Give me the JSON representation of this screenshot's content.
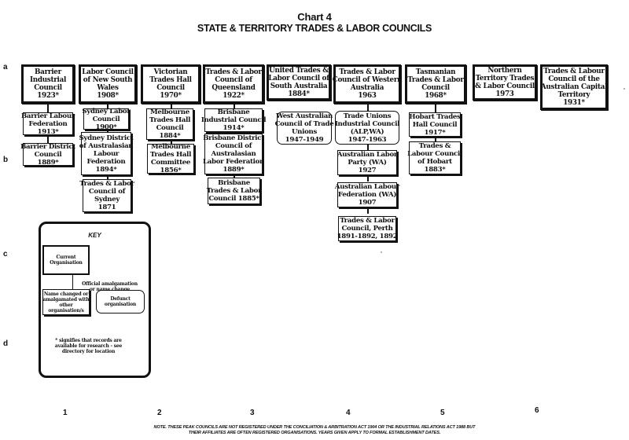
{
  "title": {
    "line1": "Chart 4",
    "line2": "STATE & TERRITORY TRADES & LABOR COUNCILS"
  },
  "row_labels": [
    "a",
    "b",
    "c",
    "d"
  ],
  "column_numbers": [
    "1",
    "2",
    "3",
    "4",
    "5",
    "6"
  ],
  "columns": [
    {
      "id": "barrier",
      "boxes": [
        {
          "type": "current",
          "lines": [
            "Barrier",
            "Industrial",
            "Council",
            "1923*"
          ]
        },
        {
          "type": "changed",
          "lines": [
            "Barrier Labour",
            "Federation",
            "1913*"
          ]
        },
        {
          "type": "changed",
          "lines": [
            "Barrier District",
            "Council",
            "1889*"
          ]
        }
      ]
    },
    {
      "id": "nsw",
      "boxes": [
        {
          "type": "current",
          "lines": [
            "Labor Council",
            "of New South",
            "Wales",
            "1908*"
          ]
        },
        {
          "type": "changed",
          "lines": [
            "Sydney Labor",
            "Council",
            "1900*"
          ]
        },
        {
          "type": "changed",
          "lines": [
            "Sydney District",
            "of Australasian",
            "Labour",
            "Federation",
            "1894*"
          ]
        },
        {
          "type": "changed",
          "lines": [
            "Trades & Labor",
            "Council of",
            "Sydney",
            "1871"
          ]
        }
      ]
    },
    {
      "id": "victoria",
      "boxes": [
        {
          "type": "current",
          "lines": [
            "Victorian",
            "Trades Hall",
            "Council",
            "1970*"
          ]
        },
        {
          "type": "changed",
          "lines": [
            "Melbourne",
            "Trades Hall",
            "Council",
            "1884*"
          ]
        },
        {
          "type": "changed",
          "lines": [
            "Melbourne",
            "Trades Hall",
            "Committee",
            "1856*"
          ]
        }
      ]
    },
    {
      "id": "queensland",
      "boxes": [
        {
          "type": "current",
          "lines": [
            "Trades & Labor",
            "Council of",
            "Queensland",
            "1922*"
          ]
        },
        {
          "type": "changed",
          "lines": [
            "Brisbane",
            "Industrial Council",
            "1914*"
          ]
        },
        {
          "type": "changed",
          "lines": [
            "Brisbane District",
            "Council of",
            "Australasian",
            "Labor Federation",
            "1889*"
          ]
        },
        {
          "type": "changed",
          "lines": [
            "Brisbane",
            "Trades & Labor",
            "Council 1885*"
          ]
        }
      ]
    },
    {
      "id": "south-australia",
      "boxes": [
        {
          "type": "current",
          "lines": [
            "United Trades &",
            "Labor Council of",
            "South Australia",
            "1884*"
          ]
        },
        {
          "type": "defunct",
          "lines": [
            "West Australian",
            "Council of Trade",
            "Unions",
            "1947-1949"
          ]
        }
      ]
    },
    {
      "id": "western-australia",
      "boxes": [
        {
          "type": "current",
          "lines": [
            "Trades & Labor",
            "Council of Western",
            "Australia",
            "1963"
          ]
        },
        {
          "type": "defunct",
          "lines": [
            "Trade Unions",
            "Industrial Council",
            "(ALP,WA)",
            "1947-1963"
          ]
        },
        {
          "type": "changed",
          "lines": [
            "Australian Labor",
            "Party (WA)",
            "1927"
          ]
        },
        {
          "type": "changed",
          "lines": [
            "Australian Labour",
            "Federation (WA)",
            "1907"
          ]
        },
        {
          "type": "changed",
          "lines": [
            "Trades & Labor",
            "Council, Perth",
            "1891-1892, 1892"
          ]
        }
      ]
    },
    {
      "id": "tasmania",
      "boxes": [
        {
          "type": "current",
          "lines": [
            "Tasmanian",
            "Trades & Labor",
            "Council",
            "1968*"
          ]
        },
        {
          "type": "changed",
          "lines": [
            "Hobart Trades",
            "Hall Council",
            "1917*"
          ]
        },
        {
          "type": "changed",
          "lines": [
            "Trades &",
            "Labour Council",
            "of Hobart",
            "1883*"
          ]
        }
      ]
    },
    {
      "id": "northern-territory",
      "boxes": [
        {
          "type": "current",
          "lines": [
            "Northern",
            "Territory Trades",
            "& Labor Council",
            "1973"
          ]
        }
      ]
    },
    {
      "id": "act",
      "boxes": [
        {
          "type": "current",
          "lines": [
            "Trades & Labour",
            "Council of the",
            "Australian Capital",
            "Territory",
            "1931*"
          ]
        }
      ]
    }
  ],
  "key": {
    "title": "KEY",
    "current_label": [
      "Current",
      "Organisation"
    ],
    "amalgamation_label": [
      "Official amalgamation",
      "or name change"
    ],
    "changed_label": [
      "Name changed or",
      "amalgamated with",
      "other",
      "organisation/s"
    ],
    "defunct_label": [
      "Defunct",
      "organisation"
    ],
    "note": [
      "* signifies that records are",
      "available for research - see",
      "directory for location"
    ]
  },
  "footnote": {
    "line1": "NOTE. THESE PEAK COUNCILS ARE  NOT  REGISTERED UNDER THE CONCILIATION & ARBITRATION ACT 1904 OR THE INDUSTRIAL RELATIONS ACT 1988 BUT",
    "line2": "THEIR AFFILIATES ARE OFTEN REGISTERED ORGANISATIONS. YEARS GIVEN APPLY TO FORMAL ESTABLISHMENT DATES."
  }
}
